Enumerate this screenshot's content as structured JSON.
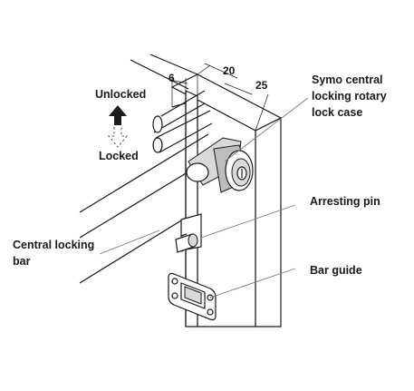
{
  "dimensions": {
    "d6": "6",
    "d20": "20",
    "d25": "25"
  },
  "labels": {
    "unlocked": "Unlocked",
    "locked": "Locked",
    "lock_case_line1": "Symo central",
    "lock_case_line2": "locking rotary",
    "lock_case_line3": "lock case",
    "arresting_pin": "Arresting pin",
    "central_bar_line1": "Central locking",
    "central_bar_line2": "bar",
    "bar_guide": "Bar guide"
  },
  "icons": {
    "unlocked_arrow": "up-arrow-icon",
    "locked_arrow": "dashed-down-arrow-icon"
  }
}
